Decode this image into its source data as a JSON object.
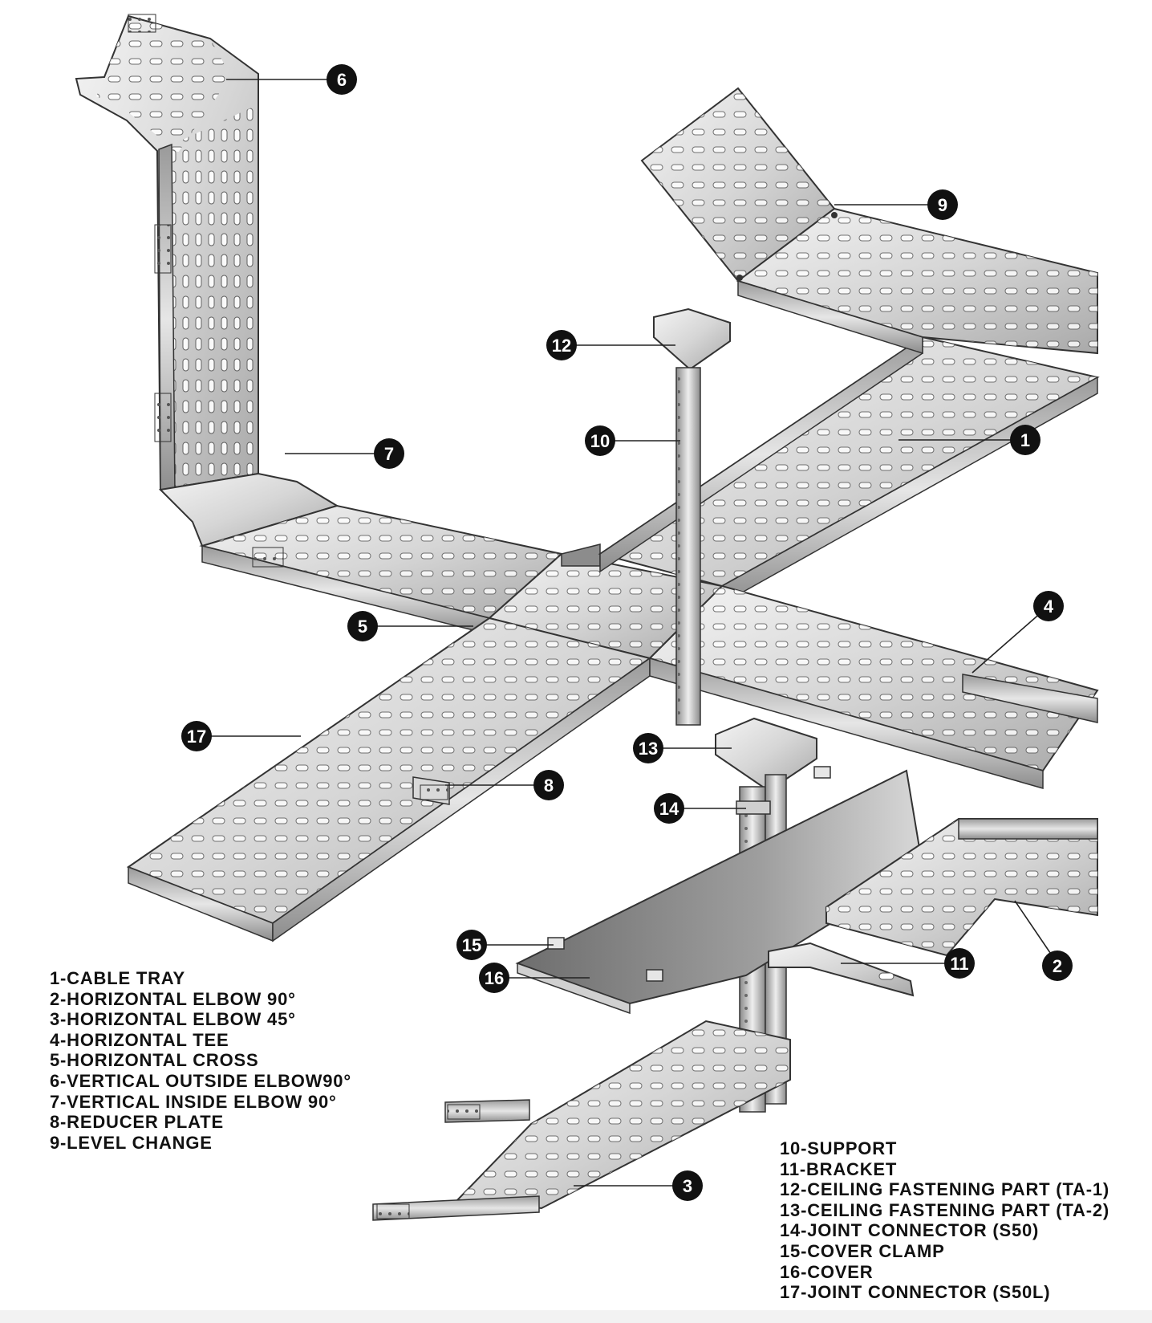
{
  "figure": {
    "callouts": [
      "1",
      "2",
      "3",
      "4",
      "5",
      "6",
      "7",
      "8",
      "9",
      "10",
      "11",
      "12",
      "13",
      "14",
      "15",
      "16",
      "17"
    ]
  },
  "legend_left": [
    "1-CABLE TRAY",
    "2-HORIZONTAL ELBOW 90°",
    "3-HORIZONTAL ELBOW 45°",
    "4-HORIZONTAL TEE",
    "5-HORIZONTAL CROSS",
    "6-VERTICAL OUTSIDE ELBOW90°",
    "7-VERTICAL INSIDE ELBOW 90°",
    "8-REDUCER PLATE",
    "9-LEVEL CHANGE"
  ],
  "legend_right": [
    "10-SUPPORT",
    "11-BRACKET",
    "12-CEILING FASTENING PART (TA-1)",
    "13-CEILING FASTENING PART (TA-2)",
    "14-JOINT CONNECTOR (S50)",
    "15-COVER CLAMP",
    "16-COVER",
    "17-JOINT CONNECTOR (S50L)"
  ],
  "colors": {
    "metal_light": "#eeeeee",
    "metal_mid": "#bdbdbd",
    "metal_dark": "#7a7a7a",
    "outline": "#333333",
    "callout_fill": "#111111",
    "callout_text": "#ffffff"
  }
}
